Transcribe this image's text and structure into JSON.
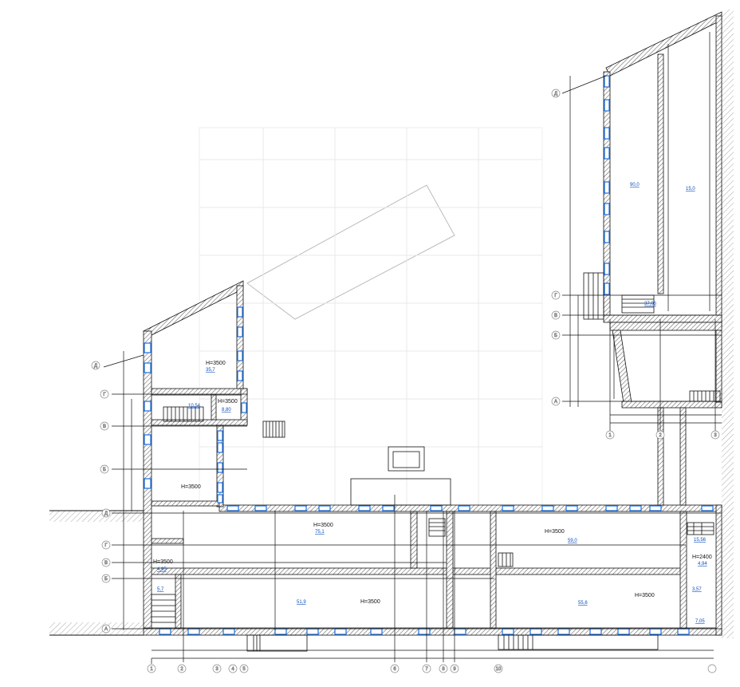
{
  "drawing": {
    "type": "floor-plan",
    "room_heights": [
      "Н=3500",
      "Н=3500",
      "Н=3500",
      "Н=3500",
      "Н=3500",
      "Н=3500",
      "Н=3500",
      "Н=3500",
      "Н=2400"
    ],
    "room_areas": [
      "35,7",
      "10,54",
      "8,80",
      "75,1",
      "51,9",
      "55,6",
      "5,7",
      "4,95",
      "15,56",
      "4,94",
      "3,57",
      "7,05",
      "59,0",
      "90,0",
      "15,0",
      "37,06"
    ],
    "bottom_axes": [
      "1",
      "2",
      "3",
      "4",
      "5",
      "6",
      "7",
      "8",
      "9",
      "10"
    ],
    "right_bottom_axes": [
      "1",
      "2",
      "3"
    ],
    "left_axes": [
      "А",
      "Б",
      "В",
      "Г",
      "Д"
    ],
    "upper_left_axes": [
      "Д",
      "Г",
      "В",
      "Б"
    ],
    "right_axes": [
      "Д",
      "Г",
      "В",
      "Б",
      "А"
    ],
    "colors": {
      "wall_hatch": "#555555",
      "window": "#1a6fe0",
      "line": "#111111",
      "ghost": "#cfcfcf"
    }
  }
}
